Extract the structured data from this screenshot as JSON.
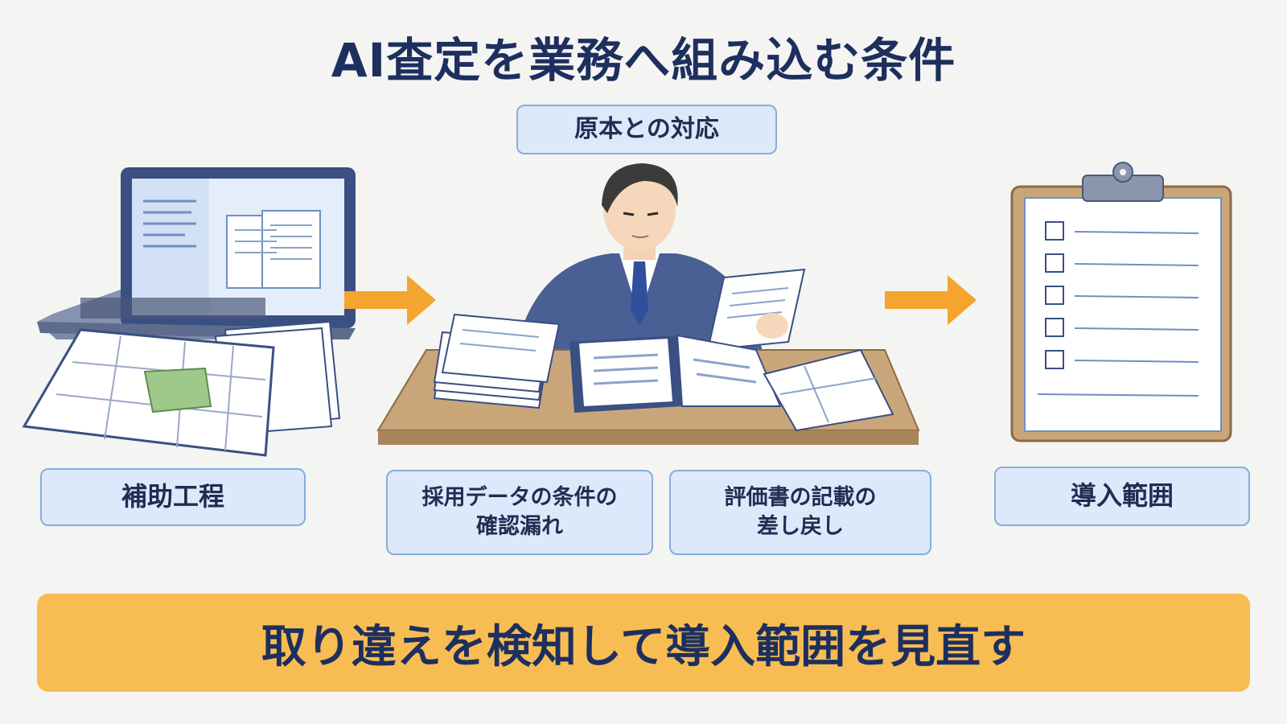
{
  "title": "AI査定を業務へ組み込む条件",
  "center_top_label": "原本との対応",
  "left_label": "補助工程",
  "center_labels": [
    {
      "line1": "採用データの条件の",
      "line2": "確認漏れ"
    },
    {
      "line1": "評価書の記載の",
      "line2": "差し戻し"
    }
  ],
  "right_label": "導入範囲",
  "banner": "取り違えを検知して導入範囲を見直す",
  "icons": [
    "laptop-icon",
    "map-document-icon",
    "arrow-right-icon",
    "reviewer-person-icon",
    "desk-icon",
    "binder-icon",
    "clipboard-checklist-icon"
  ],
  "colors": {
    "navy": "#1d2f5e",
    "label_fill": "#dde9fa",
    "label_border": "#86aedc",
    "arrow": "#f3a52f",
    "banner": "#f8bd52"
  }
}
